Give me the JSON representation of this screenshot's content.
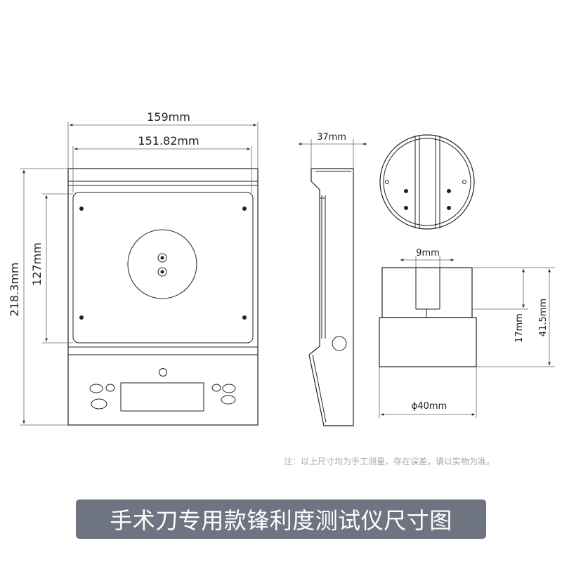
{
  "dimensions": {
    "outer_width": "159mm",
    "inner_width": "151.82mm",
    "total_height": "218.3mm",
    "pan_height": "127mm",
    "depth": "37mm",
    "slot_width": "9mm",
    "slot_height": "17mm",
    "holder_height": "41.5mm",
    "holder_diameter": "ϕ40mm"
  },
  "note": "注：以上尺寸均为手工测量，存在误差，请以实物为准。",
  "title": "手术刀专用款锋利度测试仪尺寸图",
  "colors": {
    "line": "#222222",
    "title_bg": "#6e7480",
    "title_fg": "#ffffff",
    "note": "#a9a9a9"
  }
}
